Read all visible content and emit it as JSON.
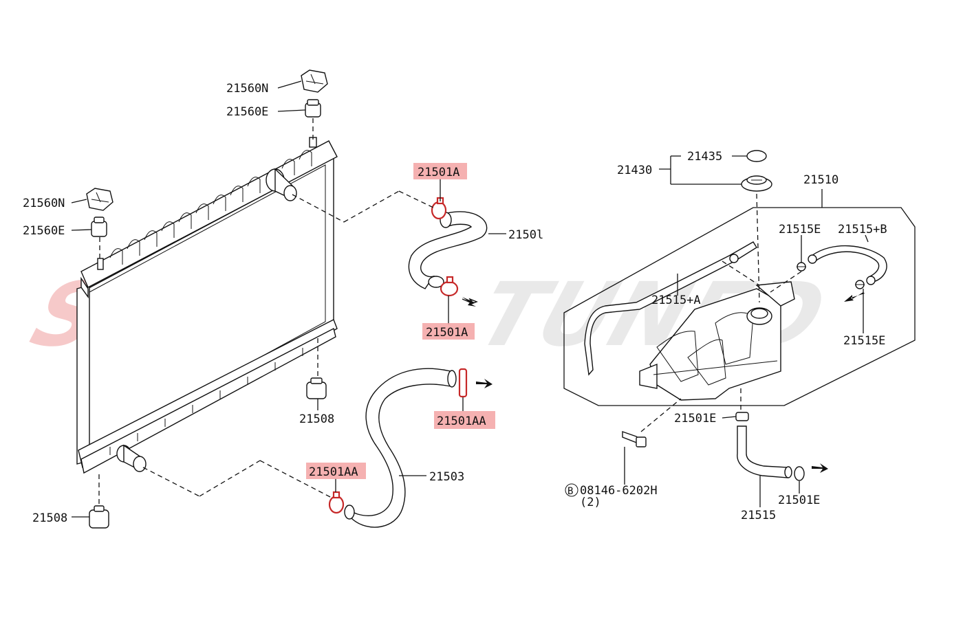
{
  "watermark": {
    "left": "STM",
    "right": "TUNED",
    "left_color": "#f6c9c9",
    "right_color": "#e9e9e9"
  },
  "colors": {
    "highlight": "#f3a3a3",
    "clamp": "#c62828",
    "ink": "#111111"
  },
  "labels": {
    "p21560N_top": "21560N",
    "p21560E_top": "21560E",
    "p21560N_left": "21560N",
    "p21560E_left": "21560E",
    "p21508_mid": "21508",
    "p21508_bottom": "21508",
    "p21501A_top": "21501A",
    "p21501A_mid": "21501A",
    "p21501_hose": "2150l",
    "p21501AA_right": "21501AA",
    "p21501AA_bottom": "21501AA",
    "p21503": "21503",
    "p21435": "21435",
    "p21430": "21430",
    "p21510": "21510",
    "p21515E_top": "21515E",
    "p21515B": "21515+B",
    "p21515A": "21515+A",
    "p21515E_right": "21515E",
    "p21501E_left": "21501E",
    "p21501E_right": "21501E",
    "p21515": "21515",
    "bolt_circle": "B",
    "bolt_number": "08146-6202H",
    "bolt_qty": "(2)"
  }
}
